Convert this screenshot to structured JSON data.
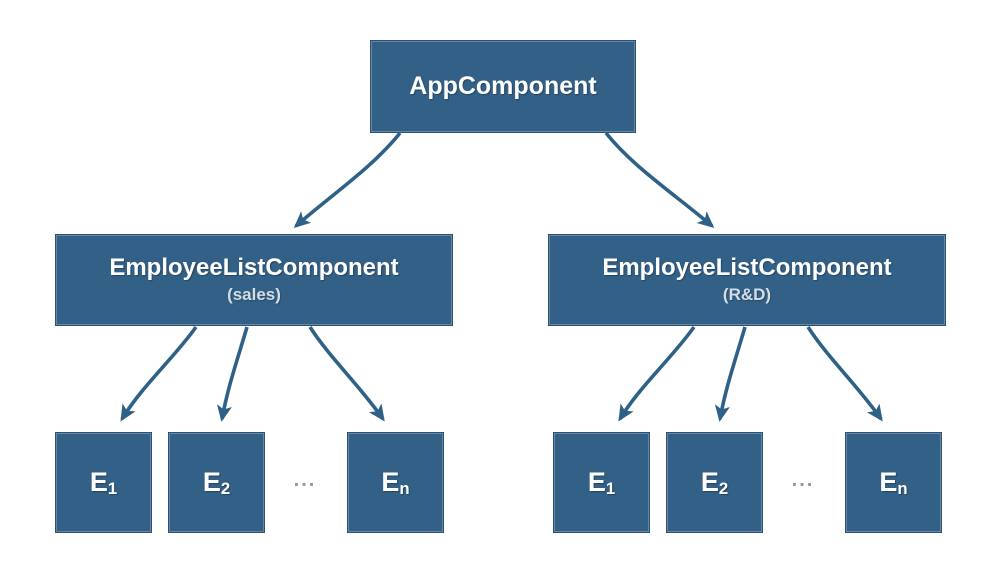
{
  "diagram": {
    "type": "component-tree",
    "background_color": "#ffffff",
    "node_fill_color": "#336086",
    "node_border_color": "#2b5275",
    "node_text_color": "#ffffff",
    "node_subtext_color": "#d4dde6",
    "edge_color": "#2e6187"
  },
  "nodes": {
    "root": {
      "label": "AppComponent"
    },
    "mid_left": {
      "label": "EmployeeListComponent",
      "sublabel": "(sales)"
    },
    "mid_right": {
      "label": "EmployeeListComponent",
      "sublabel": "(R&D)"
    },
    "leaves_left": [
      {
        "base": "E",
        "index": "1"
      },
      {
        "base": "E",
        "index": "2"
      },
      {
        "base": "E",
        "index": "n"
      }
    ],
    "leaves_right": [
      {
        "base": "E",
        "index": "1"
      },
      {
        "base": "E",
        "index": "2"
      },
      {
        "base": "E",
        "index": "n"
      }
    ],
    "ellipsis_left": "...",
    "ellipsis_right": "..."
  },
  "edges": [
    {
      "from": "root",
      "to": "mid_left",
      "style": "curved-arrow"
    },
    {
      "from": "root",
      "to": "mid_right",
      "style": "curved-arrow"
    },
    {
      "from": "mid_left",
      "to": "leaf-L1",
      "style": "curved-arrow"
    },
    {
      "from": "mid_left",
      "to": "leaf-L2",
      "style": "curved-arrow"
    },
    {
      "from": "mid_left",
      "to": "leaf-L3",
      "style": "curved-arrow"
    },
    {
      "from": "mid_right",
      "to": "leaf-R1",
      "style": "curved-arrow"
    },
    {
      "from": "mid_right",
      "to": "leaf-R2",
      "style": "curved-arrow"
    },
    {
      "from": "mid_right",
      "to": "leaf-R3",
      "style": "curved-arrow"
    }
  ]
}
